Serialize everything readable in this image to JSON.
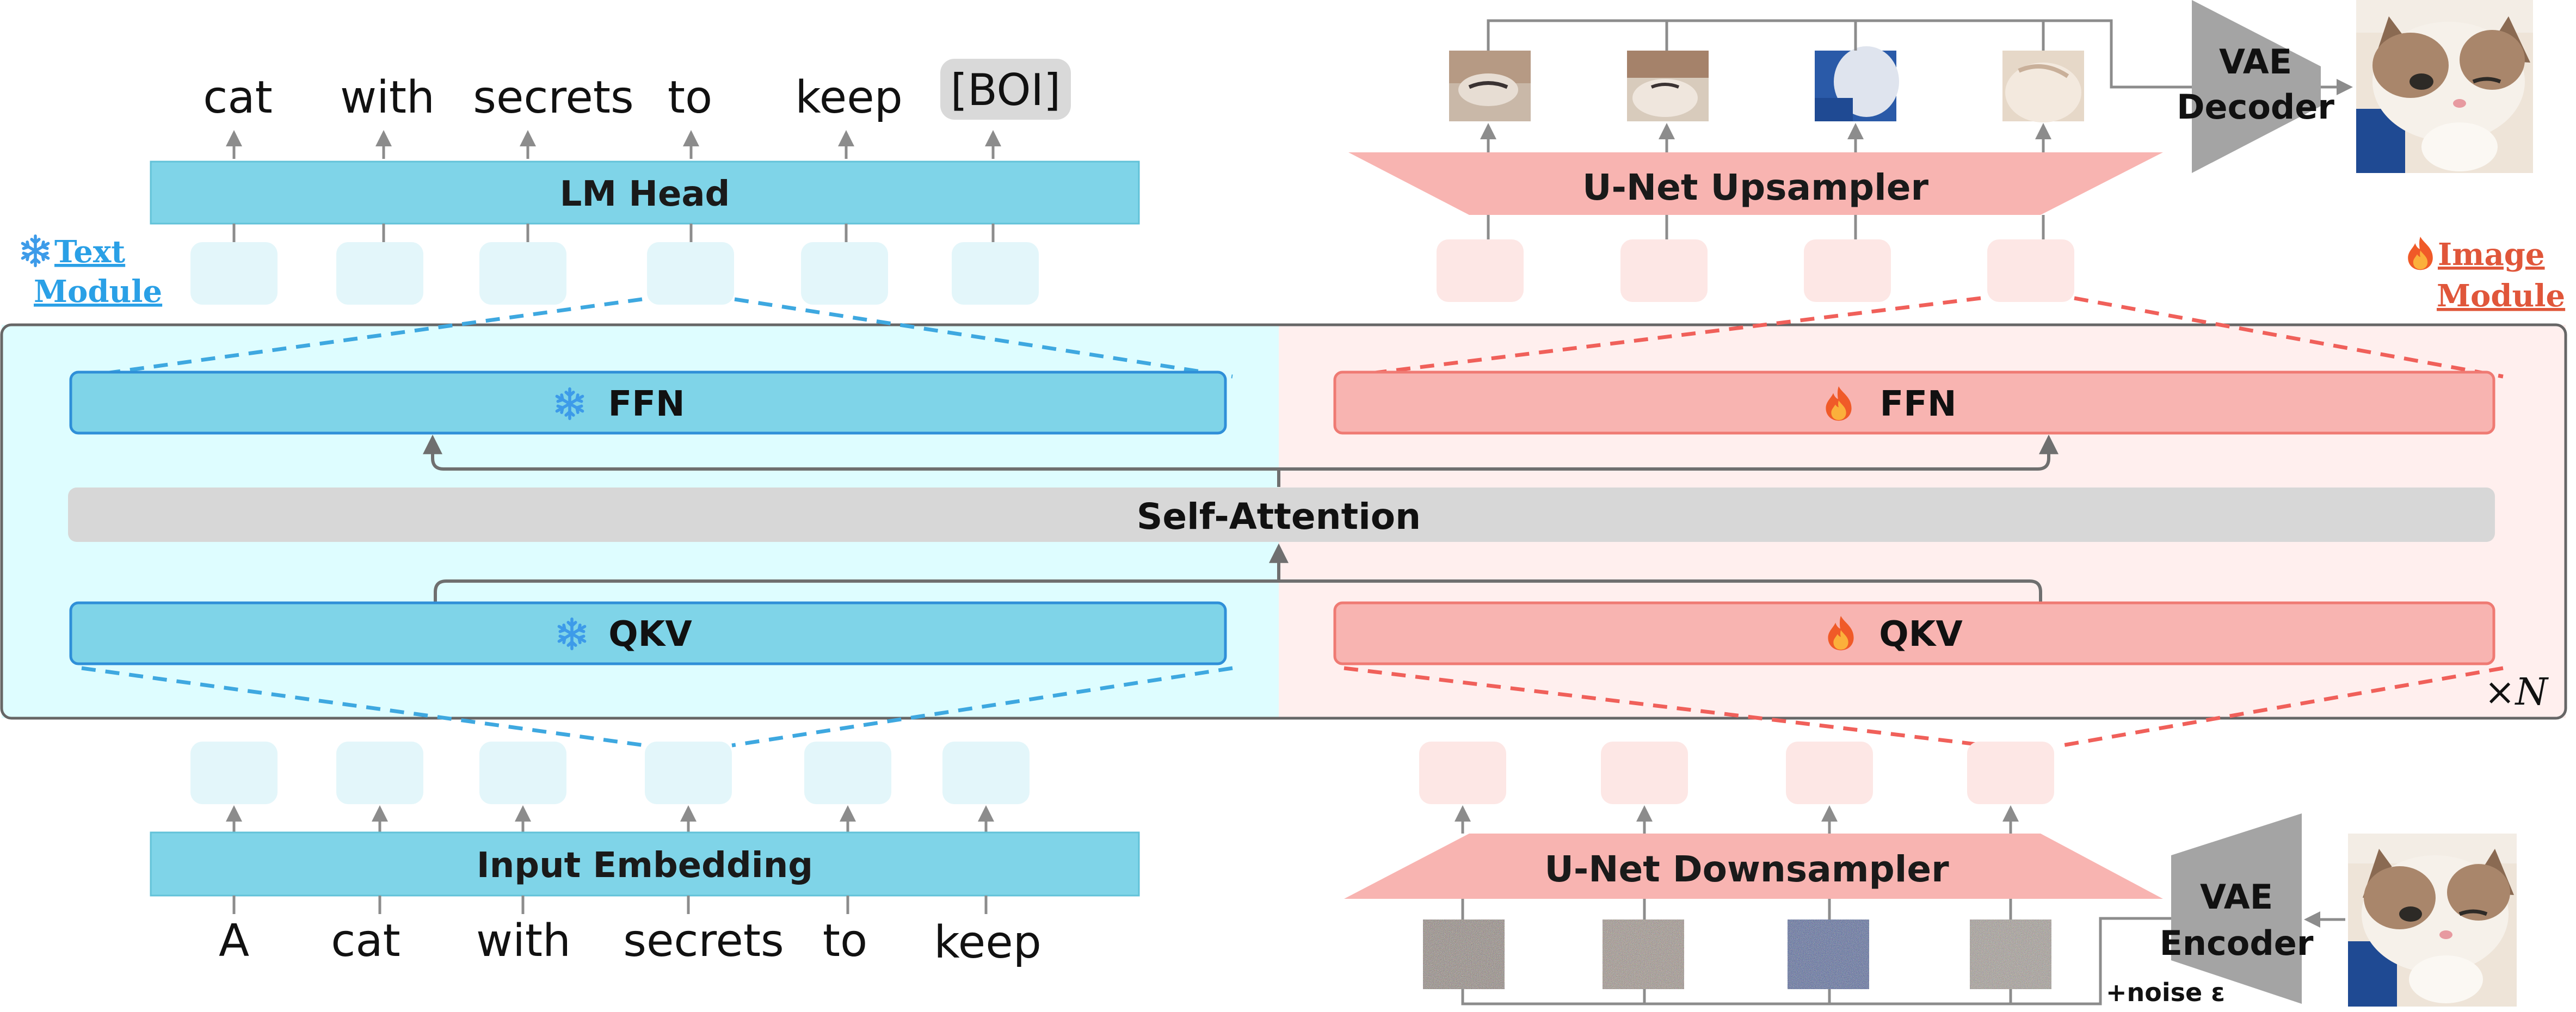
{
  "colors": {
    "text_blue": "#7fd4e8",
    "text_blue_border": "#2f8fd8",
    "text_pale": "#e3f6fa",
    "text_bg": "#defdff",
    "image_pink": "#f8b4b1",
    "image_pink_border": "#ef7a73",
    "image_pale": "#fde7e5",
    "image_bg": "#ffefee",
    "gray_bar": "#d7d7d7",
    "arrow_gray": "#8c8c8c",
    "dash_blue": "#3ea8e0",
    "dash_red": "#f0605a",
    "vae_gray": "#a4a4a4",
    "module_text_blue": "#2aa0e6",
    "module_text_red": "#e0563a"
  },
  "text_module": {
    "output_tokens": [
      "cat",
      "with",
      "secrets",
      "to",
      "keep",
      "[BOI]"
    ],
    "input_tokens": [
      "A",
      "cat",
      "with",
      "secrets",
      "to",
      "keep"
    ],
    "lm_head": "LM Head",
    "input_embedding": "Input Embedding",
    "label_line1": "Text",
    "label_line2": "Module",
    "ffn": "FFN",
    "qkv": "QKV",
    "icon": "snowflake-icon"
  },
  "image_module": {
    "upsampler": "U-Net Upsampler",
    "downsampler": "U-Net Downsampler",
    "label_line1": "Image",
    "label_line2": "Module",
    "ffn": "FFN",
    "qkv": "QKV",
    "icon": "fire-icon",
    "vae_decoder_line1": "VAE",
    "vae_decoder_line2": "Decoder",
    "vae_encoder_line1": "VAE",
    "vae_encoder_line2": "Encoder",
    "noise": "+noise ε"
  },
  "shared": {
    "self_attention": "Self-Attention",
    "repeat": "×N"
  }
}
